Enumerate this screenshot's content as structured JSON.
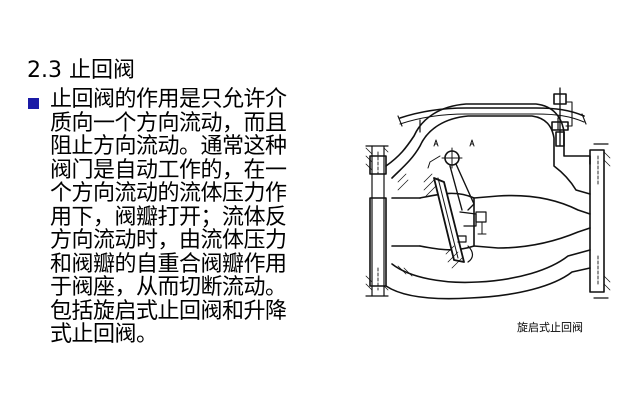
{
  "slide": {
    "title": "2.3 止回阀",
    "bullet_lines": [
      "止回阀的作用是只允许介",
      "质向一个方向流动，而且",
      "阻止方向流动。通常这种",
      "阀门是自动工作的，在一",
      "个方向流动的流体压力作",
      "用下，阀瓣打开；流体反",
      "方向流动时，由流体压力",
      "和阀瓣的自重合阀瓣作用",
      "于阀座，从而切断流动。",
      "包括旋启式止回阀和升降",
      "式止回阀。"
    ],
    "figure_caption": "旋启式止回阀",
    "bullet_color": "#1a1aa6"
  }
}
